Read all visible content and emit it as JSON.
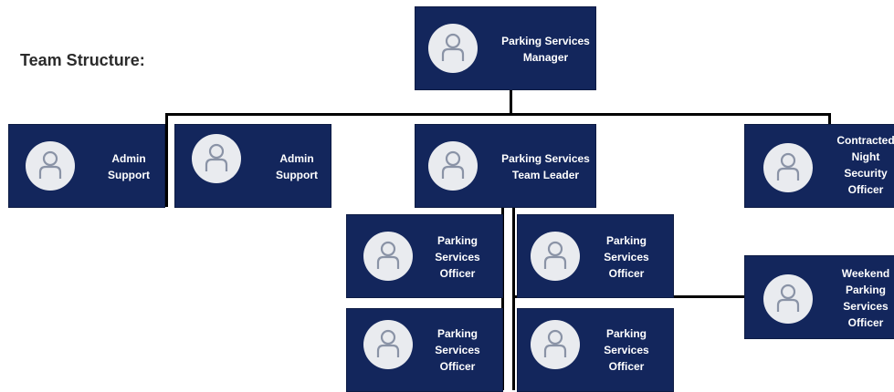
{
  "heading": "Team Structure:",
  "roles": {
    "manager": [
      "Parking Services",
      "Manager"
    ],
    "admin_support_1": [
      "Admin",
      "Support"
    ],
    "admin_support_2": [
      "Admin",
      "Support"
    ],
    "team_leader": [
      "Parking Services",
      "Team Leader"
    ],
    "night_security": [
      "Contracted",
      "Night",
      "Security",
      "Officer"
    ],
    "officer_1": [
      "Parking",
      "Services",
      "Officer"
    ],
    "officer_2": [
      "Parking",
      "Services",
      "Officer"
    ],
    "officer_3": [
      "Parking",
      "Services",
      "Officer"
    ],
    "officer_4": [
      "Parking",
      "Services",
      "Officer"
    ],
    "weekend_officer": [
      "Weekend",
      "Parking",
      "Services",
      "Officer"
    ]
  },
  "icons": {
    "avatar": "person-icon"
  },
  "colors": {
    "card": "#13265c",
    "avatar": "#e9ebef",
    "connector": "#000000"
  }
}
